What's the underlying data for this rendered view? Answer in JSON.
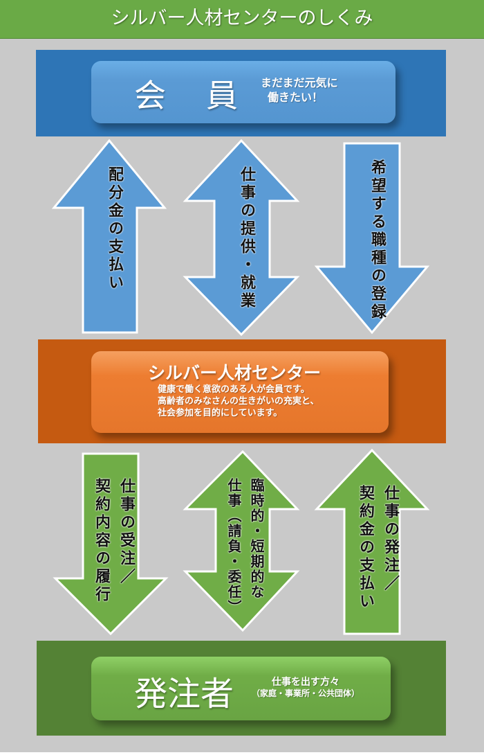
{
  "title": "シルバー人材センターのしくみ",
  "member": {
    "label": "会　員",
    "note_lines": [
      "まだまだ元気に",
      "働きたい！"
    ]
  },
  "center": {
    "label": "シルバー人材センター",
    "note_lines": [
      "健康で働く意欲のある人が会員です。",
      "高齢者のみなさんの生きがいの充実と、",
      "社会参加を目的にしています。"
    ]
  },
  "client": {
    "label": "発注者",
    "note_lines": [
      "仕事を出す方々",
      "（家庭・事業所・公共団体）"
    ]
  },
  "arrows_top": [
    {
      "direction": "up",
      "lines": [
        "配分金の支払い"
      ]
    },
    {
      "direction": "both",
      "lines": [
        "仕事の提供・就業"
      ]
    },
    {
      "direction": "down",
      "lines": [
        "希望する職種の登録"
      ]
    }
  ],
  "arrows_bottom": [
    {
      "direction": "down",
      "lines": [
        "仕事の受注／",
        "契約内容の履行"
      ]
    },
    {
      "direction": "both",
      "lines": [
        "臨時的・短期的な",
        "仕事（請負・委任）"
      ]
    },
    {
      "direction": "up",
      "lines": [
        "仕事の発注／",
        "契約金の支払い"
      ]
    }
  ],
  "colors": {
    "header": "#6aaa46",
    "blue_band": "#2e75b6",
    "blue_box": "#5b9bd5",
    "orange_band": "#c55a11",
    "orange_box": "#ed7d31",
    "green_band": "#548235",
    "green_box": "#70ad47",
    "blue_arrow": "#5b9bd5",
    "green_arrow": "#70ad47"
  }
}
